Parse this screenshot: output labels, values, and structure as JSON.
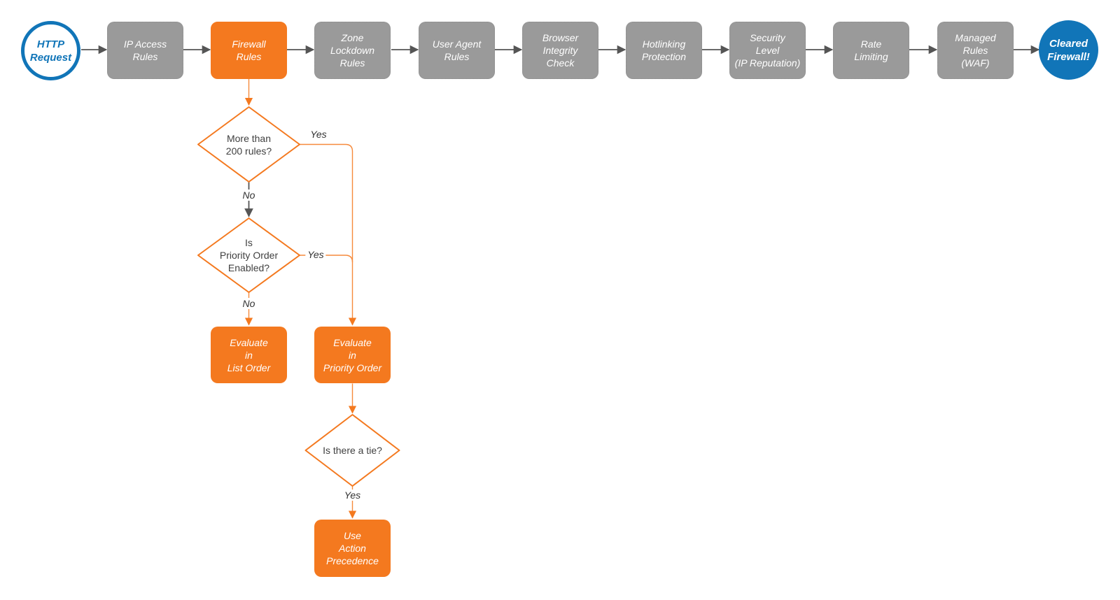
{
  "colors": {
    "node_orange": "#F4791F",
    "connector_orange_light": "#F68A3C",
    "node_gray": "#9A9A9A",
    "node_gray_border": "#8C8C8C",
    "node_blue": "#1175B8",
    "connector_gray": "#555555",
    "text_white": "#FFFFFF",
    "text_dark": "#404040"
  },
  "flowchart": {
    "start": {
      "label": "HTTP\nRequest"
    },
    "pipeline": [
      {
        "label": "IP Access\nRules"
      },
      {
        "label": "Firewall\nRules"
      },
      {
        "label": "Zone\nLockdown\nRules"
      },
      {
        "label": "User Agent\nRules"
      },
      {
        "label": "Browser\nIntegrity\nCheck"
      },
      {
        "label": "Hotlinking\nProtection"
      },
      {
        "label": "Security\nLevel\n(IP Reputation)"
      },
      {
        "label": "Rate\nLimiting"
      },
      {
        "label": "Managed\nRules\n(WAF)"
      }
    ],
    "end": {
      "label": "Cleared\nFirewall!"
    },
    "branch": {
      "decision_rule_count": {
        "label": "More than\n200 rules?"
      },
      "decision_priority_order": {
        "label": "Is\nPriority Order\nEnabled?"
      },
      "decision_tie": {
        "label": "Is there a tie?"
      },
      "evaluate_list_order": {
        "label": "Evaluate\nin\nList Order"
      },
      "evaluate_priority_order": {
        "label": "Evaluate\nin\nPriority Order"
      },
      "use_action_precedence": {
        "label": "Use\nAction\nPrecedence"
      },
      "edge_labels": {
        "rule_count_yes": "Yes",
        "rule_count_no": "No",
        "priority_yes": "Yes",
        "priority_no": "No",
        "tie_yes": "Yes"
      }
    }
  }
}
